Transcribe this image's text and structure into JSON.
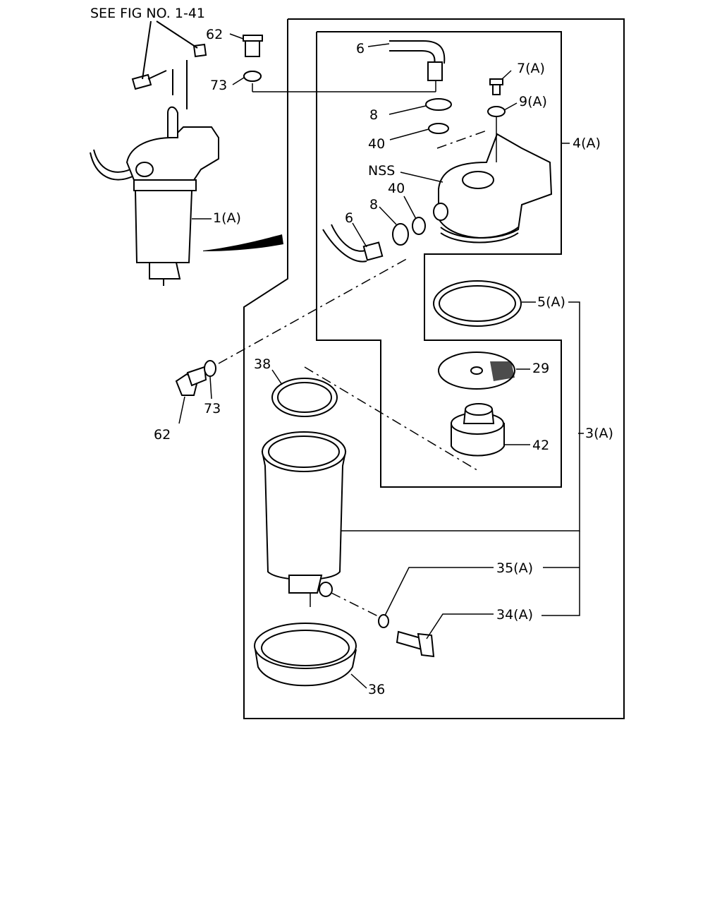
{
  "figure": {
    "reference_note": "SEE FIG NO. 1-41",
    "callouts": {
      "c62_top": "62",
      "c73_top": "73",
      "c6_top": "6",
      "c7a": "7(A)",
      "c8_top": "8",
      "c9a": "9(A)",
      "c40_top": "40",
      "c4a": "4(A)",
      "nss": "NSS",
      "c40_mid": "40",
      "c8_mid": "8",
      "c6_mid": "6",
      "c1a": "1(A)",
      "c5a": "5(A)",
      "c38": "38",
      "c29": "29",
      "c62_low": "62",
      "c73_low": "73",
      "c42": "42",
      "c3a": "3(A)",
      "c35a": "35(A)",
      "c34a": "34(A)",
      "c36": "36"
    }
  }
}
